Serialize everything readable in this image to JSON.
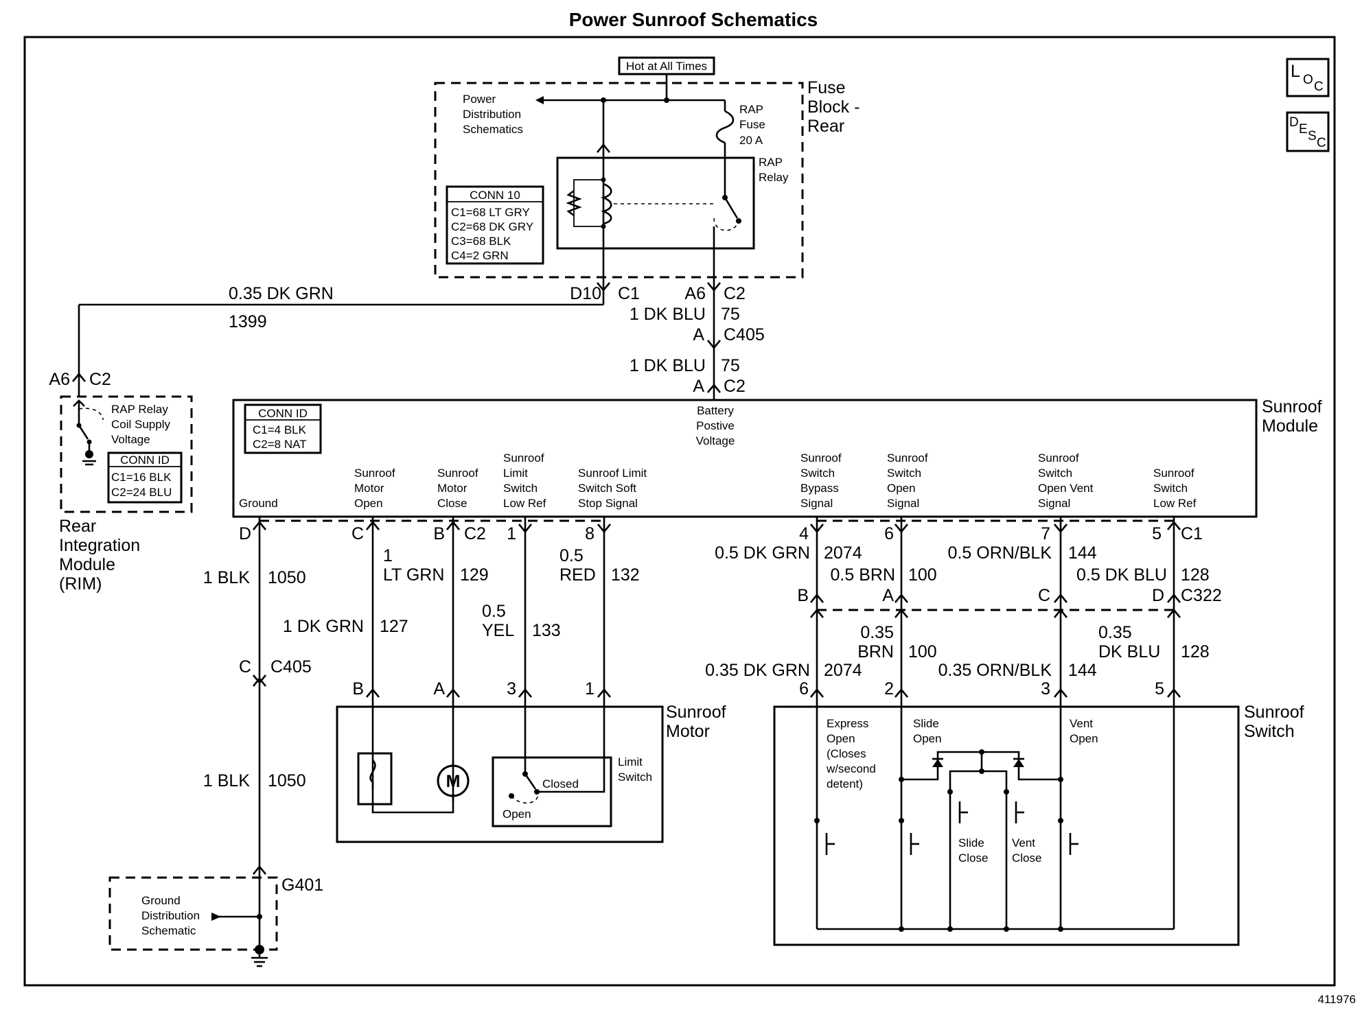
{
  "title": "Power Sunroof Schematics",
  "fig_id": "411976",
  "icons": {
    "loc": "LOC",
    "desc": "DESC"
  },
  "fuse_block": {
    "hot_label": "Hot at All Times",
    "name": [
      "Fuse",
      "Block -",
      "Rear"
    ],
    "pds": [
      "Power",
      "Distribution",
      "Schematics"
    ],
    "fuse": [
      "RAP",
      "Fuse",
      "20 A"
    ],
    "relay": [
      "RAP",
      "Relay"
    ],
    "conn_title": "CONN 10",
    "conn_rows": [
      "C1=68 LT GRY",
      "C2=68 DK GRY",
      "C3=68 BLK",
      "C4=2 GRN"
    ]
  },
  "feed": {
    "d10": "D10",
    "c1": "C1",
    "a6": "A6",
    "c2": "C2",
    "w1": "1 DK BLU",
    "c1n": "75",
    "a1": "A",
    "c405": "C405",
    "w2": "1 DK BLU",
    "c2n": "75",
    "a2": "A",
    "c2b": "C2"
  },
  "rim": {
    "wire": "0.35 DK GRN",
    "circuit": "1399",
    "a6": "A6",
    "c2": "C2",
    "voltage": [
      "RAP Relay",
      "Coil Supply",
      "Voltage"
    ],
    "conn_title": "CONN ID",
    "conn_rows": [
      "C1=16 BLK",
      "C2=24 BLU"
    ],
    "name": [
      "Rear",
      "Integration",
      "Module",
      "(RIM)"
    ]
  },
  "module": {
    "name": [
      "Sunroof",
      "Module"
    ],
    "conn_title": "CONN ID",
    "conn_rows": [
      "C1=4 BLK",
      "C2=8 NAT"
    ],
    "battery": [
      "Battery",
      "Postive",
      "Voltage"
    ],
    "labels": {
      "ground": [
        "Ground"
      ],
      "motor_open": [
        "Sunroof",
        "Motor",
        "Open"
      ],
      "motor_close": [
        "Sunroof",
        "Motor",
        "Close"
      ],
      "limit_low": [
        "Sunroof",
        "Limit",
        "Switch",
        "Low Ref"
      ],
      "soft_stop": [
        "Sunroof Limit",
        "Switch Soft",
        "Stop Signal"
      ],
      "bypass": [
        "Sunroof",
        "Switch",
        "Bypass",
        "Signal"
      ],
      "open_sig": [
        "Sunroof",
        "Switch",
        "Open",
        "Signal"
      ],
      "vent_sig": [
        "Sunroof",
        "Switch",
        "Open Vent",
        "Signal"
      ],
      "low_ref": [
        "Sunroof",
        "Switch",
        "Low Ref"
      ]
    },
    "pins": {
      "ground": "D",
      "motor_open": "C",
      "motor_close": "B",
      "c2": "C2",
      "limit_low": "1",
      "soft_stop": "8",
      "bypass": "4",
      "open_sig": "6",
      "vent_sig": "7",
      "low_ref": "5",
      "c1": "C1"
    }
  },
  "left_wires": {
    "ground_w": "1 BLK",
    "ground_c": "1050",
    "c_pin": "C",
    "c405": "C405",
    "ground_w2": "1 BLK",
    "ground_c2": "1050",
    "g401": "G401",
    "gds": [
      "Ground",
      "Distribution",
      "Schematic"
    ],
    "open_w1": "1",
    "open_w2": "LT GRN",
    "open_c": "129",
    "close_w": "1 DK GRN",
    "close_c": "127",
    "limit_w1": "0.5",
    "limit_w2": "YEL",
    "limit_c": "133",
    "soft_w1": "0.5",
    "soft_w2": "RED",
    "soft_c": "132"
  },
  "motor": {
    "name": [
      "Sunroof",
      "Motor"
    ],
    "pins": [
      "B",
      "A",
      "3",
      "1"
    ],
    "m": "M",
    "closed": "Closed",
    "open": "Open",
    "limit": [
      "Limit",
      "Switch"
    ]
  },
  "right_wires": {
    "bypass_w": "0.5 DK GRN",
    "bypass_c": "2074",
    "open_w": "0.5 BRN",
    "open_c": "100",
    "vent_w": "0.5 ORN/BLK",
    "vent_c": "144",
    "low_w": "0.5 DK BLU",
    "low_c": "128",
    "c322_pins": [
      "B",
      "A",
      "C",
      "D"
    ],
    "c322": "C322",
    "open_w2a": "0.35",
    "open_w2b": "BRN",
    "open_c2": "100",
    "low_w2a": "0.35",
    "low_w2b": "DK BLU",
    "low_c2": "128",
    "bypass_w2": "0.35 DK GRN",
    "bypass_c2": "2074",
    "vent_w2": "0.35 ORN/BLK",
    "vent_c2": "144",
    "sw_pins": [
      "6",
      "2",
      "3",
      "5"
    ]
  },
  "switch": {
    "name": [
      "Sunroof",
      "Switch"
    ],
    "express": [
      "Express",
      "Open",
      "(Closes",
      "w/second",
      "detent)"
    ],
    "slide_open": [
      "Slide",
      "Open"
    ],
    "vent_open": [
      "Vent",
      "Open"
    ],
    "slide_close": [
      "Slide",
      "Close"
    ],
    "vent_close": [
      "Vent",
      "Close"
    ]
  }
}
